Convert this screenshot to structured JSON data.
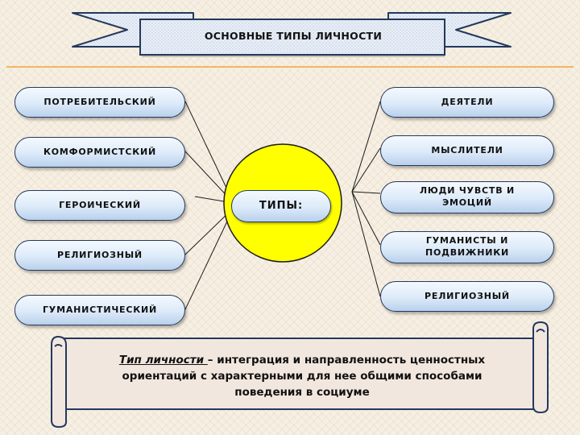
{
  "title": "ОСНОВНЫЕ ТИПЫ ЛИЧНОСТИ",
  "center_label": "ТИПЫ:",
  "left_types": [
    "ПОТРЕБИТЕЛЬСКИЙ",
    "КОМФОРМИСТСКИЙ",
    "ГЕРОИЧЕСКИЙ",
    "РЕЛИГИОЗНЫЙ",
    "ГУМАНИСТИЧЕСКИЙ"
  ],
  "right_types": [
    "ДЕЯТЕЛИ",
    "МЫСЛИТЕЛИ",
    "ЛЮДИ ЧУВСТВ И\nЭМОЦИЙ",
    "ГУМАНИСТЫ И\nПОДВИЖНИКИ",
    "РЕЛИГИОЗНЫЙ"
  ],
  "definition": {
    "term": "Тип личности ",
    "line1_rest": "– интеграция и направленность  ценностных",
    "line2": "ориентаций с характерными для нее общими способами",
    "line3": "поведения в социуме"
  },
  "colors": {
    "circle_fill": "#ffff00",
    "pill_border": "#23395d",
    "divider": "#f0b760",
    "scroll_fill": "#f2e7df",
    "banner_fill": "#e3ebf6"
  }
}
